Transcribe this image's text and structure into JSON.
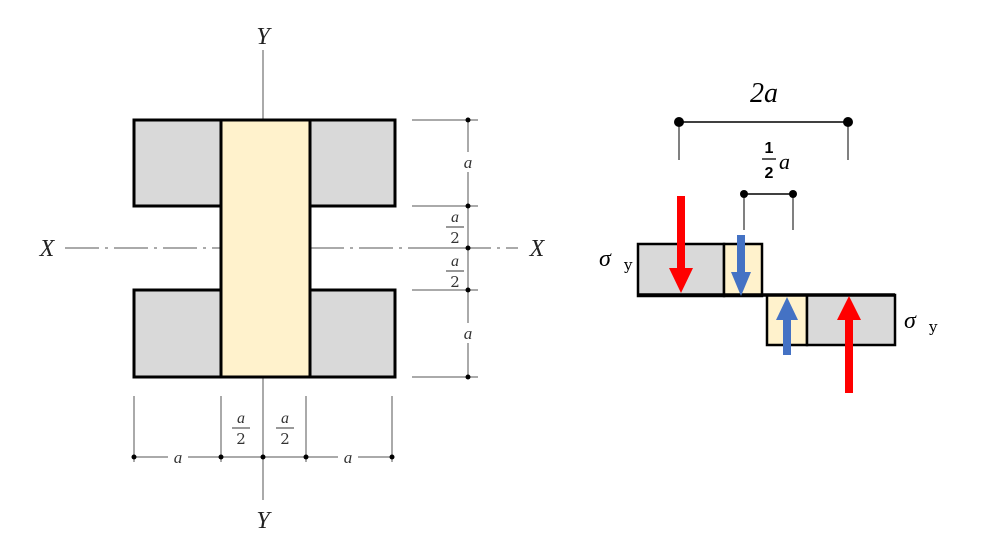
{
  "colors": {
    "flange_fill": "#d9d9d9",
    "web_fill": "#fff2cc",
    "outline": "#000000",
    "dim_line": "#555555",
    "arrow_red": "#ff0000",
    "arrow_blue": "#4472c4"
  },
  "section": {
    "axis_y_top": "Y",
    "axis_y_bottom": "Y",
    "axis_x_left": "X",
    "axis_x_right": "X",
    "dim_right": [
      "a",
      "a",
      "2",
      "a",
      "2",
      "a"
    ],
    "dim_bottom": [
      "a",
      "a",
      "2",
      "a",
      "2",
      "a"
    ]
  },
  "stress_diagram": {
    "dim_top": "2a",
    "dim_half_num": "1",
    "dim_half_den": "2",
    "dim_half_var": "a",
    "sigma_left": "σ",
    "sigma_left_sub": "y",
    "sigma_right": "σ",
    "sigma_right_sub": "y",
    "icons": [
      "arrow-down-icon",
      "arrow-down-icon",
      "arrow-up-icon",
      "arrow-up-icon"
    ]
  }
}
